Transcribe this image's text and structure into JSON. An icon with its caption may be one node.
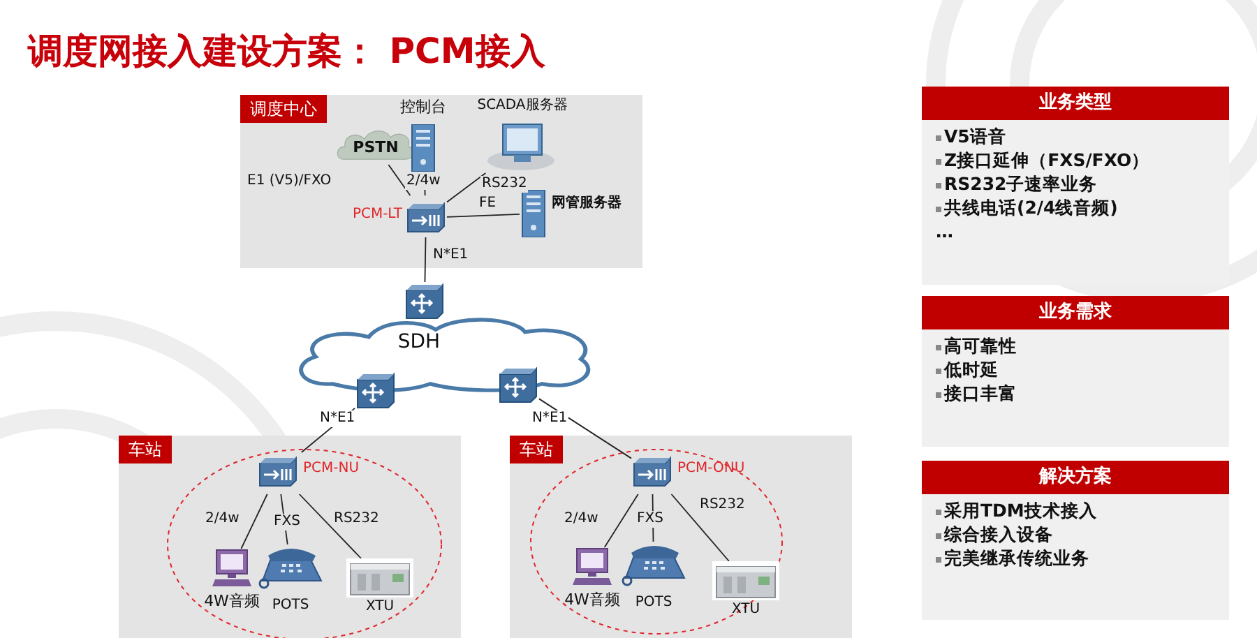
{
  "diagram": {
    "title": "调度网接入建设方案： PCM接入",
    "nodes": [
      {
        "text": [
          "调度中心"
        ]
      },
      {
        "text": [
          "PSTN"
        ],
        "in": 0
      },
      {
        "text": [
          "控制台"
        ],
        "in": 0
      },
      {
        "text": [
          "SCADA服务器"
        ],
        "in": 0
      },
      {
        "text": [
          "PCM-LT"
        ],
        "in": 0
      },
      {
        "text": [
          "网管服务器"
        ],
        "in": 0
      },
      {
        "text": [
          "SDH"
        ]
      },
      {
        "text": [],
        "shape": "picture"
      },
      {
        "text": [],
        "shape": "picture"
      },
      {
        "text": [],
        "shape": "picture"
      },
      {
        "text": [
          "车站"
        ]
      },
      {
        "text": [
          "PCM-NU"
        ],
        "in": 10
      },
      {
        "text": [
          "4W音频"
        ],
        "in": 10
      },
      {
        "text": [
          "POTS"
        ],
        "in": 10
      },
      {
        "text": [
          "XTU"
        ],
        "in": 10
      },
      {
        "text": [
          "车站"
        ]
      },
      {
        "text": [
          "PCM-ONU"
        ],
        "in": 15
      },
      {
        "text": [
          "4W音频"
        ],
        "in": 15
      },
      {
        "text": [
          "POTS"
        ],
        "in": 15
      },
      {
        "text": [
          "XTU"
        ],
        "in": 15
      },
      {
        "text": [
          "业务类型",
          "V5语音",
          "Z接口延伸（FXS/FXO）",
          "RS232子速率业务",
          "共线电话(2/4线音频)",
          "…"
        ]
      },
      {
        "text": [
          "业务需求",
          "高可靠性",
          "低时延",
          "接口丰富"
        ]
      },
      {
        "text": [
          "解决方案",
          "采用TDM技术接入",
          "综合接入设备",
          "完美继承传统业务"
        ]
      }
    ],
    "edges": [
      {
        "from": 1,
        "to": 4,
        "arrow": "none",
        "label": "E1 (V5)/FXO"
      },
      {
        "from": 2,
        "to": 4,
        "arrow": "none",
        "label": "2/4w"
      },
      {
        "from": 3,
        "to": 4,
        "arrow": "none",
        "label": "RS232"
      },
      {
        "from": 4,
        "to": 5,
        "arrow": "none",
        "label": "FE"
      },
      {
        "from": 4,
        "to": 7,
        "arrow": "none",
        "label": "N*E1"
      },
      {
        "from": 8,
        "to": 11,
        "arrow": "none",
        "label": "N*E1"
      },
      {
        "from": 9,
        "to": 16,
        "arrow": "none",
        "label": "N*E1"
      },
      {
        "from": 11,
        "to": 12,
        "arrow": "none",
        "label": "2/4w"
      },
      {
        "from": 11,
        "to": 13,
        "arrow": "none",
        "label": "FXS"
      },
      {
        "from": 11,
        "to": 14,
        "arrow": "none",
        "label": "RS232"
      },
      {
        "from": 16,
        "to": 17,
        "arrow": "none",
        "label": "2/4w"
      },
      {
        "from": 16,
        "to": 18,
        "arrow": "none",
        "label": "FXS"
      },
      {
        "from": 16,
        "to": 19,
        "arrow": "none",
        "label": "RS232"
      }
    ]
  }
}
